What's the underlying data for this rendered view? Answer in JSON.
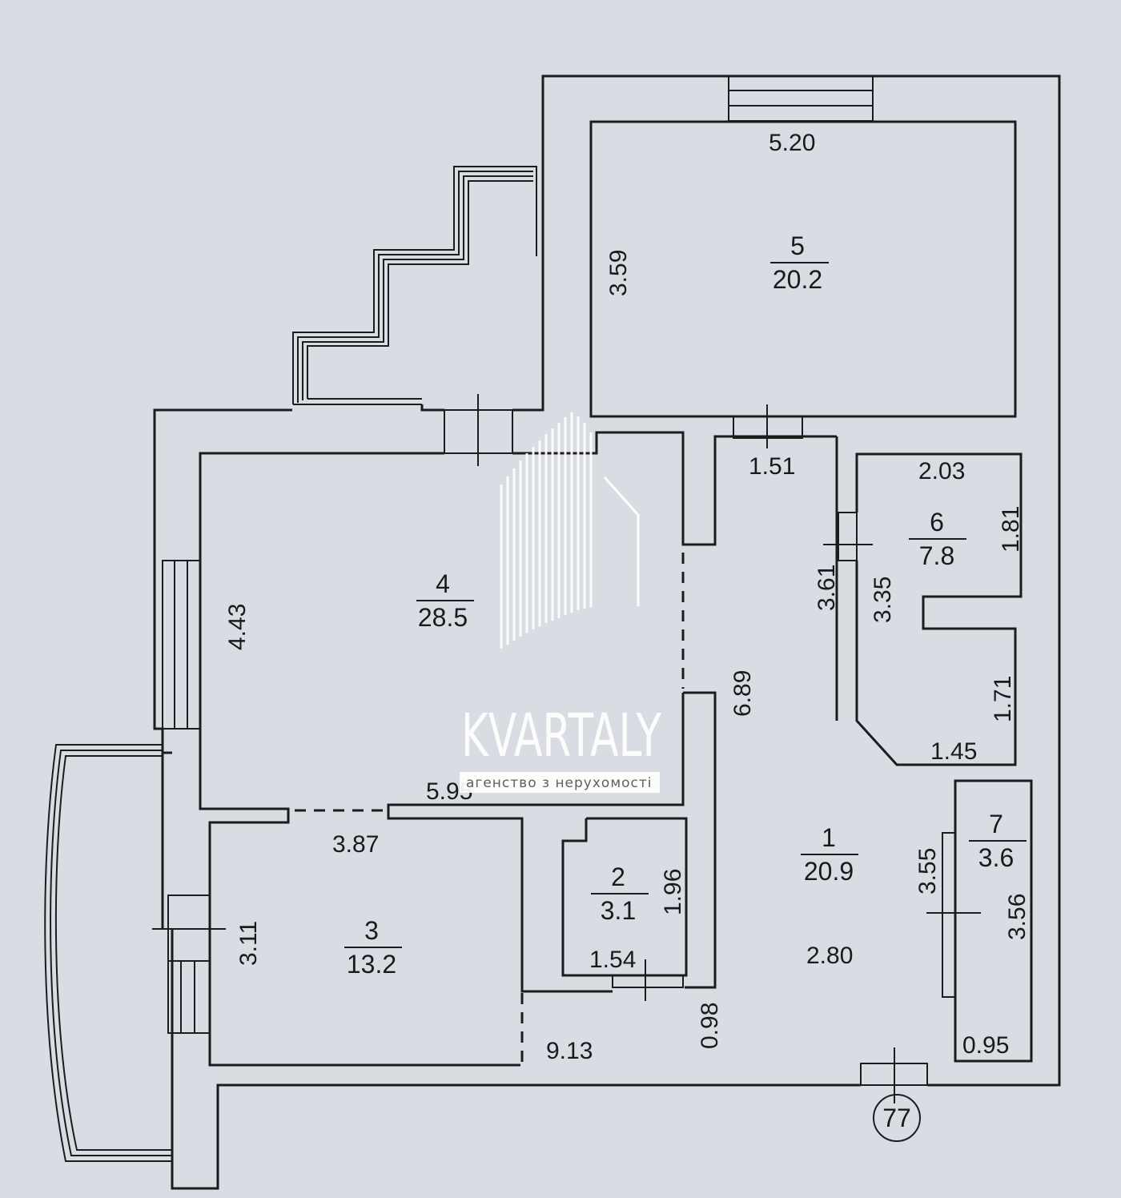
{
  "rooms": [
    {
      "id": "room-1",
      "number": "1",
      "area": "20.9"
    },
    {
      "id": "room-2",
      "number": "2",
      "area": "3.1"
    },
    {
      "id": "room-3",
      "number": "3",
      "area": "13.2"
    },
    {
      "id": "room-4",
      "number": "4",
      "area": "28.5"
    },
    {
      "id": "room-5",
      "number": "5",
      "area": "20.2"
    },
    {
      "id": "room-6",
      "number": "6",
      "area": "7.8"
    },
    {
      "id": "room-7",
      "number": "7",
      "area": "3.6"
    }
  ],
  "dimensions": {
    "d_5_20": "5.20",
    "d_3_59": "3.59",
    "d_1_51": "1.51",
    "d_2_03": "2.03",
    "d_1_81": "1.81",
    "d_3_61": "3.61",
    "d_3_35": "3.35",
    "d_4_43": "4.43",
    "d_6_89": "6.89",
    "d_1_71": "1.71",
    "d_1_45": "1.45",
    "d_5_95": "5.95",
    "d_3_87": "3.87",
    "d_1_96": "1.96",
    "d_3_55": "3.55",
    "d_3_56": "3.56",
    "d_3_11": "3.11",
    "d_1_54": "1.54",
    "d_2_80": "2.80",
    "d_0_98": "0.98",
    "d_9_13": "9.13",
    "d_0_95": "0.95"
  },
  "entrance_marker": "77",
  "watermark": {
    "brand": "KVARTALY",
    "tagline": "агенство з нерухомості"
  }
}
